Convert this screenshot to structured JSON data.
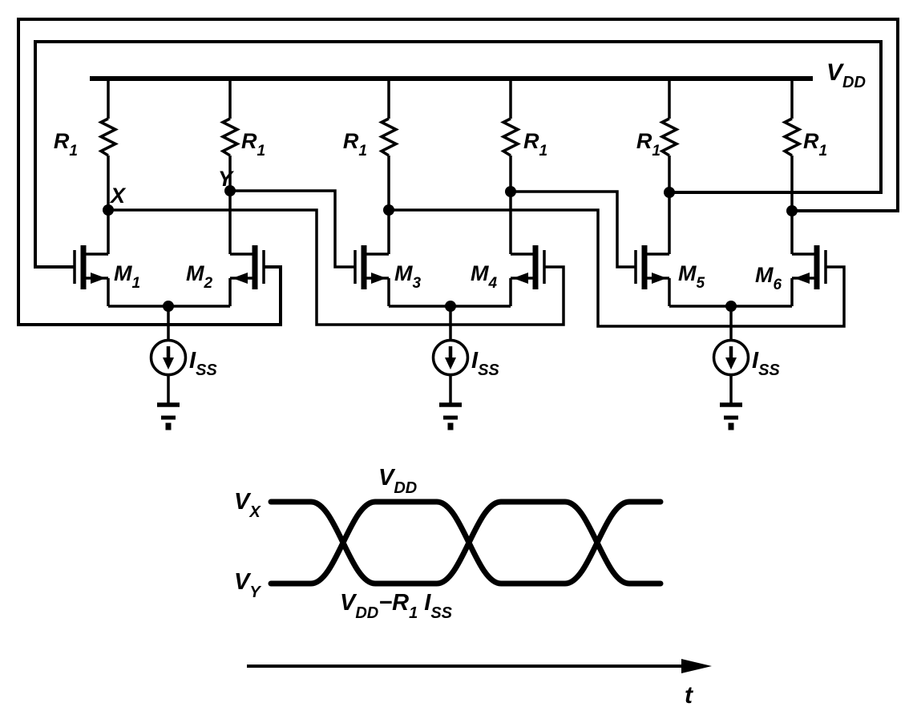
{
  "colors": {
    "ink": "#000000",
    "paper": "#ffffff"
  },
  "circuit": {
    "supply_label": {
      "base": "V",
      "sub": "DD"
    },
    "resistor_label": {
      "base": "R",
      "sub": "1"
    },
    "node_x": "X",
    "node_y": "Y",
    "transistors": [
      {
        "base": "M",
        "sub": "1"
      },
      {
        "base": "M",
        "sub": "2"
      },
      {
        "base": "M",
        "sub": "3"
      },
      {
        "base": "M",
        "sub": "4"
      },
      {
        "base": "M",
        "sub": "5"
      },
      {
        "base": "M",
        "sub": "6"
      }
    ],
    "tail_current_label": {
      "base": "I",
      "sub": "SS"
    }
  },
  "waveform": {
    "trace_x_label": {
      "base": "V",
      "sub": "X"
    },
    "trace_y_label": {
      "base": "V",
      "sub": "Y"
    },
    "high_level_label": {
      "base": "V",
      "sub": "DD"
    },
    "low_level_label": {
      "p1": "V",
      "p1_sub": "DD",
      "minus": "−",
      "p2": "R",
      "p2_sub": "1",
      "p3": "I",
      "p3_sub": "SS"
    },
    "time_axis_label": "t"
  }
}
